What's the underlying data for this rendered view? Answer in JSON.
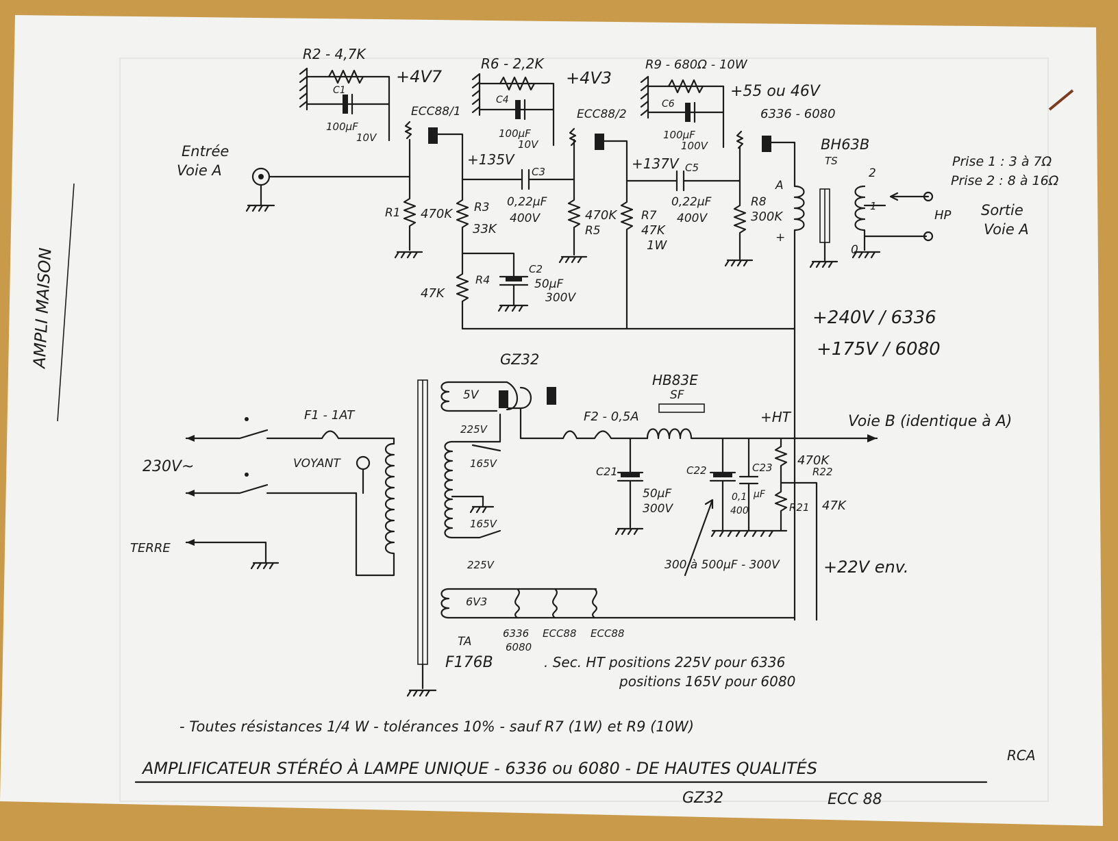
{
  "side_note": "AMPLI MAISON",
  "labels": {
    "r2": "R2 - 4,7K",
    "c1": "C1",
    "c1_val": "100µF",
    "c1_v": "10V",
    "v47": "+4V7",
    "r6": "R6 - 2,2K",
    "c4": "C4",
    "c4_val": "100µF",
    "c4_v": "10V",
    "v43": "+4V3",
    "r9": "R9 - 680Ω - 10W",
    "c6": "C6",
    "c6_val": "100µF",
    "c6_v": "100V",
    "v55": "+55 ou 46V",
    "t1": "ECC88/1",
    "t2": "ECC88/2",
    "t3": "6336 - 6080",
    "in1": "Entrée",
    "in2": "Voie A",
    "v135": "+135V",
    "v137": "+137V",
    "c3": "C3",
    "c3_val": "0,22µF",
    "c3_v": "400V",
    "c5": "C5",
    "c5_val": "0,22µF",
    "c5_v": "400V",
    "r1": "R1",
    "r1_val": "470K",
    "r3": "R3",
    "r3_val": "33K",
    "r5": "R5",
    "r5_val": "470K",
    "r7": "R7",
    "r7_val": "47K",
    "r7_w": "1W",
    "r8": "R8",
    "r8_val": "300K",
    "r4": "R4",
    "r4_val": "47K",
    "c2": "C2",
    "c2_val": "50µF",
    "c2_v": "300V",
    "out_tr": "BH63B",
    "out_tr2": "TS",
    "a": "A",
    "plus": "+",
    "n2": "2",
    "n1": "1",
    "n0": "0",
    "prise1": "Prise 1 : 3 à 7Ω",
    "prise2": "Prise 2 : 8 à 16Ω",
    "hp": "HP",
    "out1": "Sortie",
    "out2": "Voie A",
    "ht1": "+240V / 6336",
    "ht2": "+175V / 6080",
    "gz": "GZ32",
    "v5": "5V",
    "choke": "HB83E",
    "choke2": "SF",
    "f1": "F1 - 1AT",
    "f2": "F2 - 0,5A",
    "mains": "230V~",
    "lamp": "VOYANT",
    "earth": "TERRE",
    "s225a": "225V",
    "s165a": "165V",
    "s165b": "165V",
    "s225b": "225V",
    "c21": "C21",
    "c21_val": "50µF",
    "c21_v": "300V",
    "c22": "C22",
    "c23": "C23",
    "c23_val": "0,1",
    "c23_v": "400",
    "c23_u": "µF",
    "r22": "R22",
    "r22_val": "470K",
    "r21": "R21",
    "r21_val": "47K",
    "cap_note": "300 à 500µF - 300V",
    "ht": "+HT",
    "voieb": "Voie B (identique à A)",
    "v22": "+22V env.",
    "v63": "6V3",
    "fil1": "6336",
    "fil1b": "6080",
    "fil2": "ECC88",
    "fil3": "ECC88",
    "ta": "TA",
    "ta2": "F176B",
    "note1": ". Sec. HT positions 225V pour 6336",
    "note2": "positions 165V pour 6080",
    "footnote": "- Toutes résistances 1/4 W - tolérances 10% - sauf R7 (1W) et R9 (10W)",
    "title": "AMPLIFICATEUR STÉRÉO À LAMPE UNIQUE - 6336 ou 6080 - DE HAUTES QUALITÉS",
    "rca": "RCA",
    "bottom1": "GZ32",
    "bottom2": "ECC 88"
  }
}
